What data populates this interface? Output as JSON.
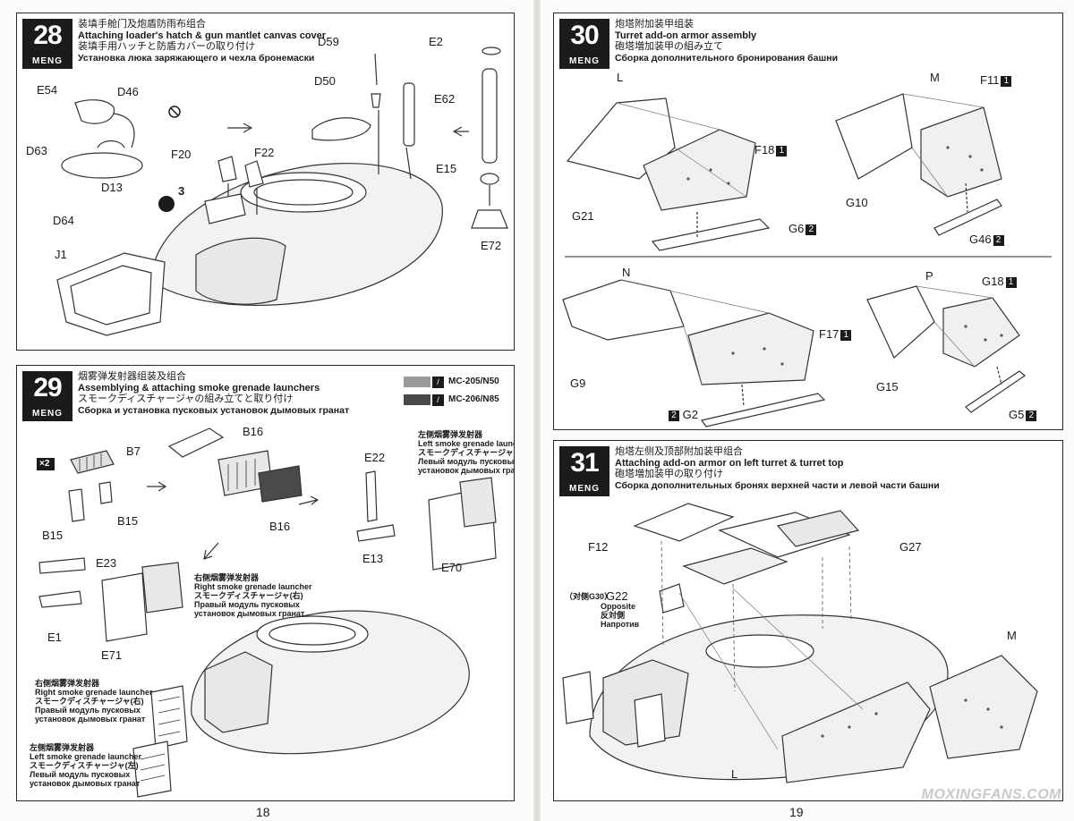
{
  "brand": "MENG",
  "steps": {
    "s28": {
      "num": "28",
      "zh": "装填手舱门及炮盾防雨布组合",
      "en": "Attaching loader's hatch & gun mantlet canvas cover",
      "ja": "装填手用ハッチと防盾カバーの取り付け",
      "ru": "Установка люка заряжающего и чехла бронемаски",
      "parts": [
        "D59",
        "E2",
        "E54",
        "D46",
        "D50",
        "E62",
        "D63",
        "F20",
        "F22",
        "E15",
        "D13",
        "D64",
        "E72",
        "J1"
      ],
      "note_badge": "3"
    },
    "s29": {
      "num": "29",
      "zh": "烟雾弹发射器组装及组合",
      "en": "Assemblying & attaching smoke grenade launchers",
      "ja": "スモークディスチャージャの組み立てと取り付け",
      "ru": "Сборка и установка пусковых установок дымовых гранат",
      "paint": [
        "MC-205/N50",
        "MC-206/N85"
      ],
      "times": "×2",
      "parts": [
        "B7",
        "B16",
        "B15",
        "B15",
        "B16",
        "E22",
        "E13",
        "E70",
        "E23",
        "E1",
        "E71"
      ],
      "left_callout": [
        "左侧烟雾弹发射器",
        "Left smoke grenade launcher",
        "スモークディスチャージャ(左)",
        "Левый модуль пусковых",
        "установок дымовых гранат"
      ],
      "right_callout": [
        "右侧烟雾弹发射器",
        "Right smoke grenade launcher",
        "スモークディスチャージャ(右)",
        "Правый модуль пусковых",
        "установок дымовых гранат"
      ]
    },
    "s30": {
      "num": "30",
      "zh": "炮塔附加装甲组装",
      "en": "Turret add-on armor assembly",
      "ja": "砲塔増加装甲の組み立て",
      "ru": "Сборка дополнительного бронирования башни",
      "groups": [
        "L",
        "M",
        "N",
        "P"
      ],
      "parts": [
        "F18",
        "F11",
        "G21",
        "G10",
        "G6",
        "G46",
        "F17",
        "G18",
        "G9",
        "G15",
        "G2",
        "G5"
      ],
      "tags": [
        "1",
        "1",
        "2",
        "2",
        "1",
        "1",
        "2",
        "2"
      ]
    },
    "s31": {
      "num": "31",
      "zh": "炮塔左侧及顶部附加装甲组合",
      "en": "Attaching add-on armor on left turret & turret top",
      "ja": "砲塔増加装甲の取り付け",
      "ru": "Сборка дополнительных бронях верхней части и левой части башни",
      "parts": [
        "F12",
        "G27",
        "M",
        "L"
      ],
      "g22": "G22",
      "opposite": [
        "（对侧G30）",
        "Opposite",
        "反対側",
        "Напротив"
      ]
    }
  },
  "pages": [
    "18",
    "19"
  ],
  "watermark": "MOXINGFANS.COM"
}
